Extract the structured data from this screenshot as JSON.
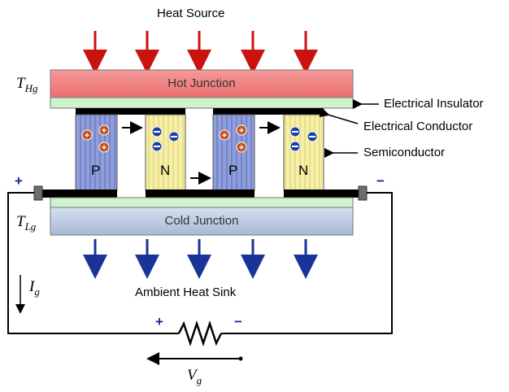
{
  "labels": {
    "heat_source": "Heat Source",
    "hot_junction": "Hot Junction",
    "cold_junction": "Cold Junction",
    "ambient_heat_sink": "Ambient Heat Sink",
    "electrical_insulator": "Electrical Insulator",
    "electrical_conductor": "Electrical Conductor",
    "semiconductor": "Semiconductor"
  },
  "math": {
    "t_hot_main": "T",
    "t_hot_sub": "Hg",
    "t_cold_main": "T",
    "t_cold_sub": "Lg",
    "current_main": "I",
    "current_sub": "g",
    "voltage_main": "V",
    "voltage_sub": "g"
  },
  "legs": [
    "P",
    "N",
    "P",
    "N"
  ],
  "polarity": {
    "top_left": "+",
    "top_right": "−",
    "resistor_left": "+",
    "resistor_right": "−"
  },
  "colors": {
    "hot_junction": "#f08080",
    "cold_junction": "#b8c8e0",
    "insulator": "#ccf0cc",
    "p_type": "#8a9ad8",
    "n_type": "#f5eea6",
    "heat_arrow_in": "#cc1111",
    "heat_arrow_out": "#1a3399",
    "conductor": "#000000"
  },
  "icons": {
    "hole": "plus-charge-icon",
    "electron": "minus-charge-icon",
    "resistor": "resistor-icon",
    "terminal": "terminal-icon"
  }
}
